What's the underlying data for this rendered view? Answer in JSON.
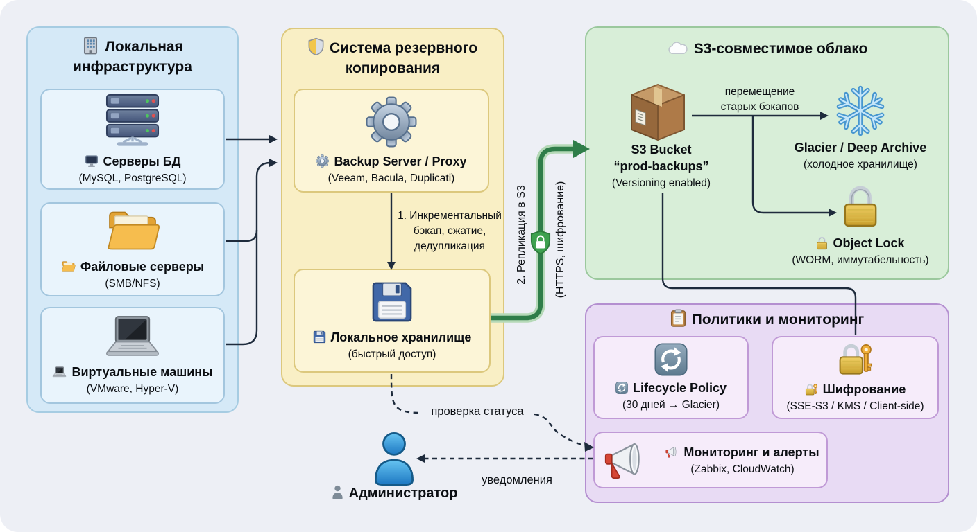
{
  "panels": {
    "local": {
      "title": "Локальная инфраструктура",
      "icon": "building-icon",
      "nodes": [
        {
          "icon": "server-stack-icon",
          "label": "Серверы БД",
          "sub": "(MySQL, PostgreSQL)"
        },
        {
          "icon": "folder-icon",
          "label": "Файловые серверы",
          "sub": "(SMB/NFS)"
        },
        {
          "icon": "laptop-icon",
          "label": "Виртуальные машины",
          "sub": "(VMware, Hyper-V)"
        }
      ]
    },
    "backup": {
      "title": "Система резервного копирования",
      "icon": "shield-icon",
      "step1_label": "1. Инкрементальный бэкап, сжатие, дедупликация",
      "nodes": [
        {
          "icon": "gear-icon",
          "label": "Backup Server / Proxy",
          "sub": "(Veeam, Bacula, Duplicati)"
        },
        {
          "icon": "floppy-icon",
          "label": "Локальное хранилище",
          "sub": "(быстрый доступ)"
        }
      ]
    },
    "cloud": {
      "title": "S3-совместимое облако",
      "icon": "cloud-icon",
      "bucket": {
        "icon": "package-icon",
        "label": "S3 Bucket",
        "name": "“prod-backups”",
        "sub": "(Versioning enabled)"
      },
      "move_label": "перемещение старых бэкапов",
      "glacier": {
        "icon": "snowflake-icon",
        "label": "Glacier / Deep Archive",
        "sub": "(холодное хранилище)"
      },
      "object_lock": {
        "icon": "padlock-icon",
        "label": "Object Lock",
        "sub": "(WORM, иммутабельность)"
      }
    },
    "policies": {
      "title": "Политики и мониторинг",
      "icon": "clipboard-icon",
      "lifecycle": {
        "icon": "refresh-icon",
        "label": "Lifecycle Policy",
        "sub": "(30 дней → Glacier)"
      },
      "encryption": {
        "icon": "lock-key-icon",
        "label": "Шифрование",
        "sub": "(SSE-S3 / KMS / Client-side)"
      },
      "monitoring": {
        "icon": "megaphone-icon",
        "label": "Мониторинг и алерты",
        "sub": "(Zabbix, CloudWatch)"
      }
    }
  },
  "flows": {
    "replication": {
      "label": "2. Репликация в S3",
      "sub": "(HTTPS, шифрование)",
      "icon": "shield-lock-icon"
    },
    "status_check": "проверка статуса",
    "notifications": "уведомления"
  },
  "admin": {
    "icon": "person-icon",
    "label": "Администратор"
  },
  "colors": {
    "page_bg": "#edeff5",
    "local_panel": "#d5e9f7",
    "backup_panel": "#f9efc5",
    "cloud_panel": "#d8eed8",
    "policies_panel": "#e8dbf4",
    "arrow": "#1e2b3c",
    "replication_arrow": "#2f7d49",
    "replication_halo": "#b5d9b7"
  }
}
